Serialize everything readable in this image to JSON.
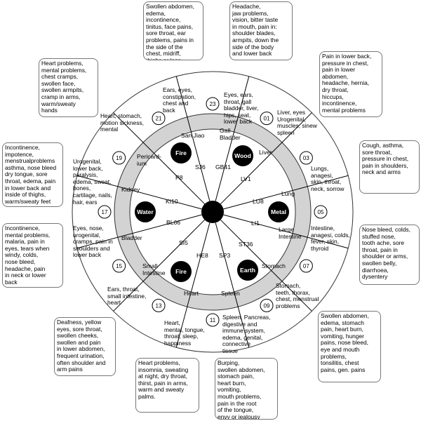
{
  "times": [
    "23",
    "01",
    "03",
    "05",
    "07",
    "09",
    "11",
    "13",
    "15",
    "17",
    "19",
    "21"
  ],
  "elements": {
    "wood": "Wood",
    "fire_top": "Fire",
    "water": "Water",
    "metal": "Metal",
    "earth": "Earth",
    "fire_bottom": "Fire"
  },
  "organs": {
    "gall_bladder": "Gall\nBladder",
    "liver": "Liver",
    "lung": "Lung",
    "large_intestine": "Large\nIntestine",
    "stomach": "Stomach",
    "spleen": "Spleen",
    "heart": "Heart",
    "small_intestine": "Small\nIntestine",
    "bladder": "Bladder",
    "kidney": "Kidney",
    "pericardium": "Pericard-\nium",
    "san_jiao": "San Jiao"
  },
  "points": {
    "gb41": "GB41",
    "lv1": "LV1",
    "lu8": "LU8",
    "li1": "LI1",
    "st36": "ST36",
    "sp3": "SP3",
    "he8": "HE8",
    "si5": "SI5",
    "bl66": "BL66",
    "ki10": "KI10",
    "p8": "P8",
    "sj6": "SJ6"
  },
  "inner_texts": {
    "t23": "Eyes, ears,\nthroat, gall\nbladder, liver,\nhips, seat,\nlower back",
    "t01": "Liver, eyes\nUrogenital,\nmuscles, sinew\nspleen",
    "t03": "Lungs,\nanagesi,\nskin, throat,\nneck, sorrow",
    "t05": "Intestine,\nanagesi, colds,\nfever, skin,\nthyroid",
    "t07": "Stomach,\nteeth, thorax,\nchest, menstrual\nproblems",
    "t11": "Spleen, Pancreas,\ndigestive and\nimmune system,\nedema, genital,\nconnective\n  tissue",
    "t13": "Heart,\nmental, tongue,\nthroat, sleep,\nhappiness",
    "t15": "Ears, throat,\nsmall intestine,\nheart",
    "t17": "Eyes, nose,\nurogenital,\ncramps, pain in\nshoulders and\nlower back",
    "t19": "Urogenital,\nlower back,\nparalysis,\nedema, sweat,\nbones,\ncartilage, nails,\nhair, ears",
    "t21": "Heart, stomach,\nmotion sickness,\nmental",
    "t21b": "Ears, eyes,\nconstipation,\nchest and\nback"
  },
  "outer_boxes": {
    "top_left": "Swollen abdomen,\nedema, incontinence,\ntinitus, face pains,\nsore throat, ear\nproblems, pains in\nthe side of the\nchest, midriff,\nthighs or legs",
    "top_right": "Headache,\njaw problems,\nvision, bitter taste\nin mouth, pain in:\nshoulder blades,\narmpits, down the\nside of the body\nand lower back",
    "heart_box": "Heart problems,\nmental problems,\nchest cramps,\nswollen face,\nswollen armpits,\ncramp in arms,\nwarm/sweaty\nhands",
    "lower_back_box": "Pain in lower back,\npressure in chest,\npain in lower\nabdomen,\nheadache, hernia,\ndry throat,\nhiccups,\nincontinence,\nmental problems",
    "incontinence_box": "Incontinence,\nimpotence,\nmenstrualproblems\nasthma, nose bleed\ndry tongue, sore\nthroat, edema, pain\nin lower back and\ninside of thighs,\nwarm/sweaty feet",
    "cough_box": "Cough, asthma,\nsore throat,\npressure in chest,\npain in shoulders,\nneck and arms",
    "incontinence2_box": "Incontinence,\nmental problems,\nmalaria, pain in\neyes, tears when\nwindy, colds,\nnose bleed,\nheadache, pain\nin neck or lower\nback",
    "nosebleed_box": "Nose bleed, colds,\nstuffed nose,\ntooth ache, sore\nthroat, pain in\nshoulder or arms,\nswollen belly,\ndiarrhoea,\ndysentery",
    "deafness_box": "Deafness, yellow\neyes, sore throat,\nswollen cheeks,\nswollen and pain\nin lower abdomen,\nfrequent urination,\noften shoulder and\narm pains",
    "swollen_box": "Swollen abdomen,\nedema, stomach\npain, heart burn,\nvomiting, hunger\npains, nose bleed,\neye and mouth\nproblems,\ntonsilitis, chest\npains, gen. pains",
    "heart_problems_box": "Heart problems,\ninsomnia, sweating\nat night, dry throat,\nthirst, pain in arms,\nwarm and sweaty\npalms.",
    "burping_box": "Burping,\nswollen abdomen,\nstomach pain,\nheart burn,\nvomiting,\nmouth problems,\npain in the root\nof the tongue,\nenvy or jealousy"
  }
}
